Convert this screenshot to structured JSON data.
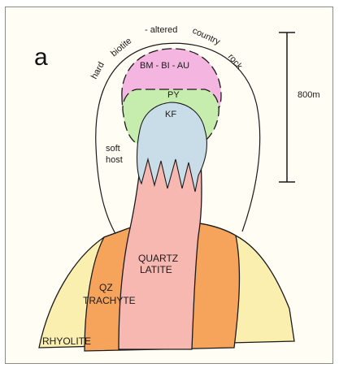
{
  "panel_label": "a",
  "scale_label": "800m",
  "arc_words": [
    "hard",
    "biotite",
    "- altered",
    "country",
    "rock"
  ],
  "zones": {
    "bm_bi_au": "BM - BI - AU",
    "py": "PY",
    "kf": "KF",
    "soft_host_line1": "soft",
    "soft_host_line2": "host",
    "quartz_latite_line1": "QUARTZ",
    "quartz_latite_line2": "LATITE",
    "qz_trachyte_line1": "QZ",
    "qz_trachyte_line2": "TRACHYTE",
    "rhyolite": "RHYOLITE"
  },
  "colors": {
    "background": "#fffdf4",
    "rhyolite": "#fbefb0",
    "trachyte": "#f6a45b",
    "quartz_latite": "#f7b8b2",
    "bm_bi_au": "#f4b6e0",
    "py": "#c6ecae",
    "kf": "#c8dde8",
    "outline": "#1a1a1a"
  }
}
